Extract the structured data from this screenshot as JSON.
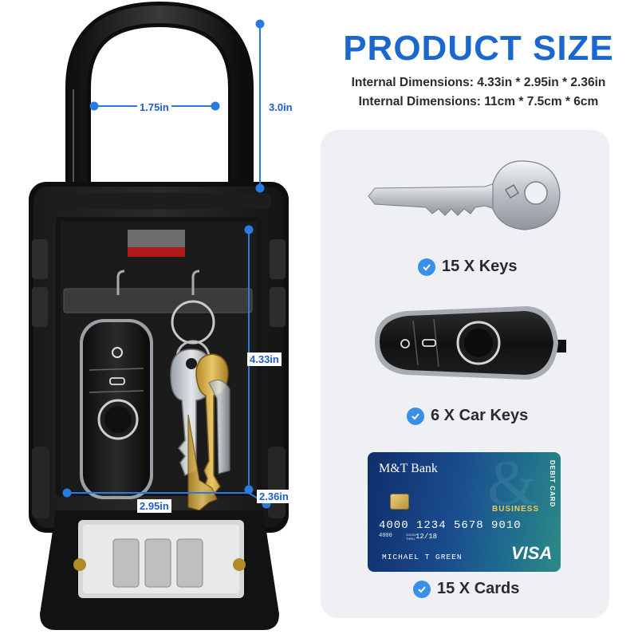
{
  "title": "PRODUCT SIZE",
  "specs": [
    "Internal Dimensions: 4.33in * 2.95in * 2.36in",
    "Internal Dimensions: 11cm * 7.5cm * 6cm"
  ],
  "dimensions": {
    "shackle_width": "1.75in",
    "shackle_height": "3.0in",
    "inner_height": "4.33in",
    "inner_width": "2.95in",
    "inner_depth": "2.36in"
  },
  "capacity": [
    {
      "label": "15 X Keys",
      "icon": "check-icon"
    },
    {
      "label": "6 X Car Keys",
      "icon": "check-icon"
    },
    {
      "label": "15 X Cards",
      "icon": "check-icon"
    }
  ],
  "card": {
    "bank": "M&T Bank",
    "type": "BUSINESS",
    "side_text": "DEBIT CARD",
    "number": "4000 1234 5678 9010",
    "number_small": "4000",
    "valid_thru": "GOOD THRU",
    "expiry": "12/18",
    "holder": "MICHAEL T GREEN",
    "network": "VISA"
  },
  "colors": {
    "accent": "#1a67cf",
    "dimension_line": "#2a7ae2",
    "check": "#3a8fe8",
    "panel": "#eef0f4"
  }
}
